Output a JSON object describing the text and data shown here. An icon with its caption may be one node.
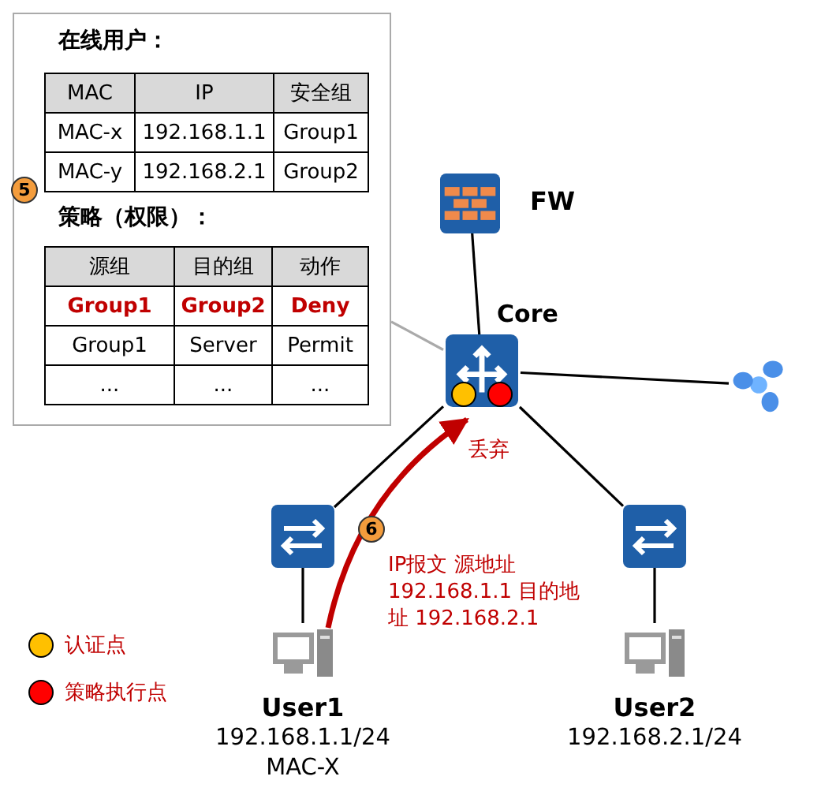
{
  "diagram": {
    "nodes": [
      {
        "text": [
          "在线用户：",
          "策略（权限）："
        ]
      },
      {
        "text": [
          "FW"
        ]
      },
      {
        "text": [
          "Core"
        ]
      },
      {
        "text": [],
        "shape": "circle"
      },
      {
        "text": [],
        "shape": "box"
      },
      {
        "text": [],
        "shape": "box"
      },
      {
        "text": [
          "User1",
          "192.168.1.1/24 MAC-X"
        ]
      },
      {
        "text": [
          "User2",
          "192.168.2.1/24"
        ]
      }
    ],
    "edges": [
      {
        "from": 0,
        "to": 2,
        "arrow": "none",
        "color": "#aaaaaa"
      },
      {
        "from": 1,
        "to": 2,
        "arrow": "none"
      },
      {
        "from": 2,
        "to": 3,
        "arrow": "none"
      },
      {
        "from": 2,
        "to": 4,
        "arrow": "none"
      },
      {
        "from": 2,
        "to": 5,
        "arrow": "none"
      },
      {
        "from": 4,
        "to": 6,
        "arrow": "none"
      },
      {
        "from": 5,
        "to": 7,
        "arrow": "none"
      },
      {
        "from": 6,
        "to": 2,
        "arrow": "to",
        "label": "IP报文 源地址 192.168.1.1 目的地址 192.168.2.1",
        "style": "thick",
        "color": "#c00000"
      }
    ],
    "labels": [
      "MAC",
      "IP",
      "安全组",
      "MAC-x",
      "192.168.1.1",
      "Group1",
      "MAC-y",
      "192.168.2.1",
      "Group2",
      "5",
      "源组",
      "目的组",
      "动作",
      "Group1",
      "Group2",
      "Deny",
      "Group1",
      "Server",
      "Permit",
      "...",
      "...",
      "...",
      "丢弃",
      "6"
    ],
    "legend": [
      {
        "text": "认证点",
        "color": "#ffc000"
      },
      {
        "text": "策略执行点",
        "color": "#ff0000"
      }
    ]
  }
}
